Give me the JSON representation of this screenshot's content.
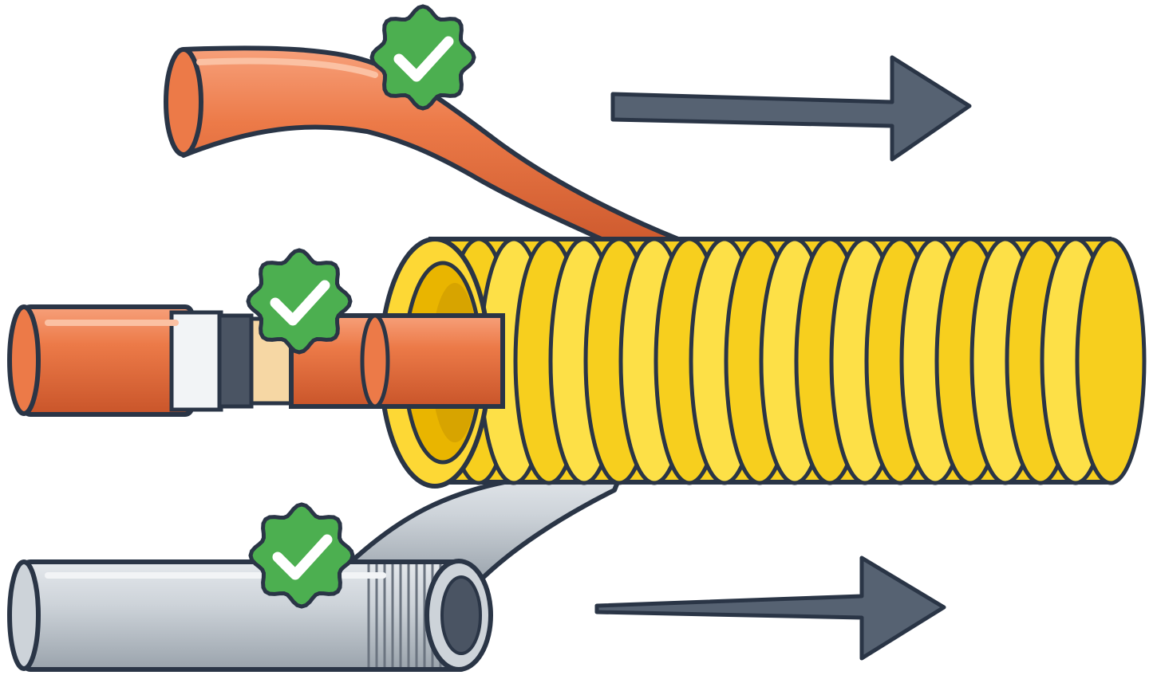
{
  "illustration": {
    "pipes": [
      {
        "id": "copper-bent",
        "material": "copper",
        "shape": "bent",
        "approved": true
      },
      {
        "id": "copper-fitted",
        "material": "copper",
        "shape": "straight-with-fitting",
        "approved": true
      },
      {
        "id": "steel-threaded",
        "material": "galvanized-steel",
        "shape": "bent-threaded",
        "approved": true
      }
    ],
    "conduit": {
      "type": "corrugated",
      "material": "yellow-flexible"
    },
    "arrows": [
      {
        "id": "top-arrow",
        "direction": "right"
      },
      {
        "id": "bottom-arrow",
        "direction": "right"
      }
    ],
    "badges": [
      {
        "id": "badge-top",
        "icon": "check-icon",
        "meaning": "approved"
      },
      {
        "id": "badge-middle",
        "icon": "check-icon",
        "meaning": "approved"
      },
      {
        "id": "badge-bottom",
        "icon": "check-icon",
        "meaning": "approved"
      }
    ]
  },
  "colors": {
    "outline": "#2a3546",
    "copper": "#e9703f",
    "copper_light": "#f7a07a",
    "copper_dark": "#c9552a",
    "yellow": "#fdd835",
    "yellow_dark": "#e9b500",
    "steel": "#c5ccd3",
    "steel_light": "#e4e8ec",
    "steel_dark": "#8a949e",
    "arrow": "#566272",
    "badge_green": "#4caf50",
    "badge_check": "#ffffff",
    "band_white": "#f2f4f6",
    "band_dark": "#4a5463",
    "band_tan": "#f6d7a4"
  }
}
